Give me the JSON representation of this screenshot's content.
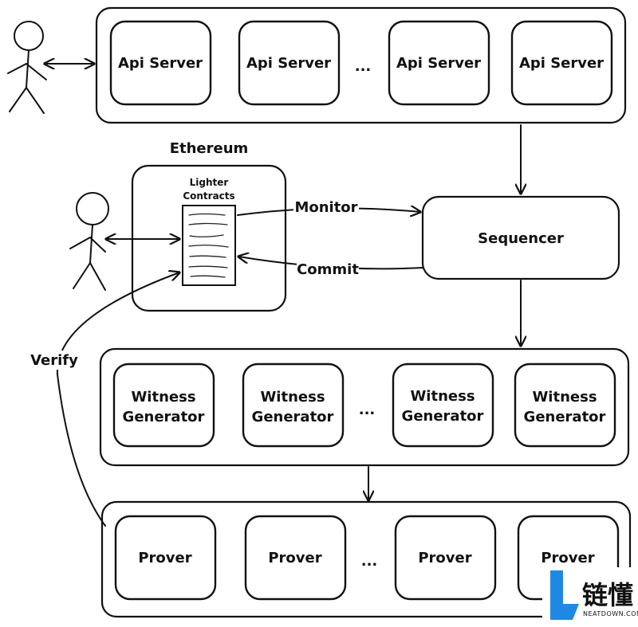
{
  "api_row": {
    "boxes": [
      "Api Server",
      "Api Server",
      "Api Server",
      "Api Server"
    ],
    "ellipsis": "..."
  },
  "ethereum": {
    "title": "Ethereum",
    "contracts_label_line1": "Lighter",
    "contracts_label_line2": "Contracts"
  },
  "edges": {
    "monitor": "Monitor",
    "commit": "Commit",
    "verify": "Verify"
  },
  "sequencer": {
    "label": "Sequencer"
  },
  "witness_row": {
    "boxes": [
      {
        "line1": "Witness",
        "line2": "Generator"
      },
      {
        "line1": "Witness",
        "line2": "Generator"
      },
      {
        "line1": "Witness",
        "line2": "Generator"
      },
      {
        "line1": "Witness",
        "line2": "Generator"
      }
    ],
    "ellipsis": "..."
  },
  "prover_row": {
    "boxes": [
      "Prover",
      "Prover",
      "Prover",
      "Prover"
    ],
    "ellipsis": "..."
  },
  "watermark": {
    "text": "链懂",
    "sub": "NEATDOWN.COM",
    "accent": "#1e88e5"
  }
}
